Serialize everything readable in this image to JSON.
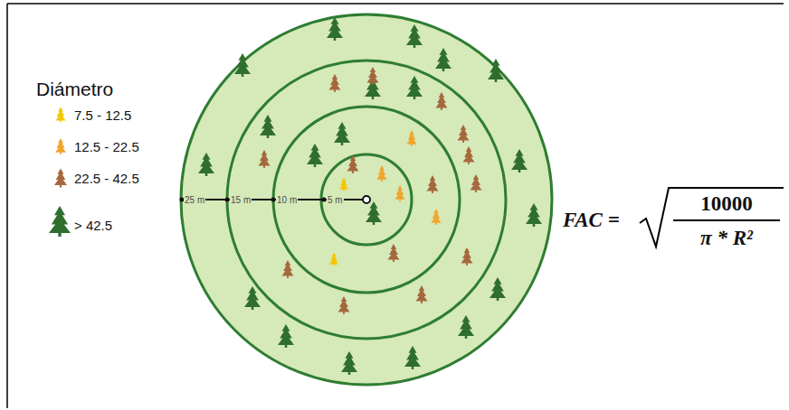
{
  "diagram": {
    "labels": [
      "Diámetro",
      "25 m",
      "15 m",
      "10 m",
      "5 m",
      "FAC =",
      "10000",
      "π * R²"
    ],
    "legend": [
      {
        "text": "7.5 - 12.5"
      },
      {
        "text": "12.5 - 22.5"
      },
      {
        "text": "22.5 - 42.5"
      },
      {
        "text": "> 42.5"
      }
    ]
  }
}
